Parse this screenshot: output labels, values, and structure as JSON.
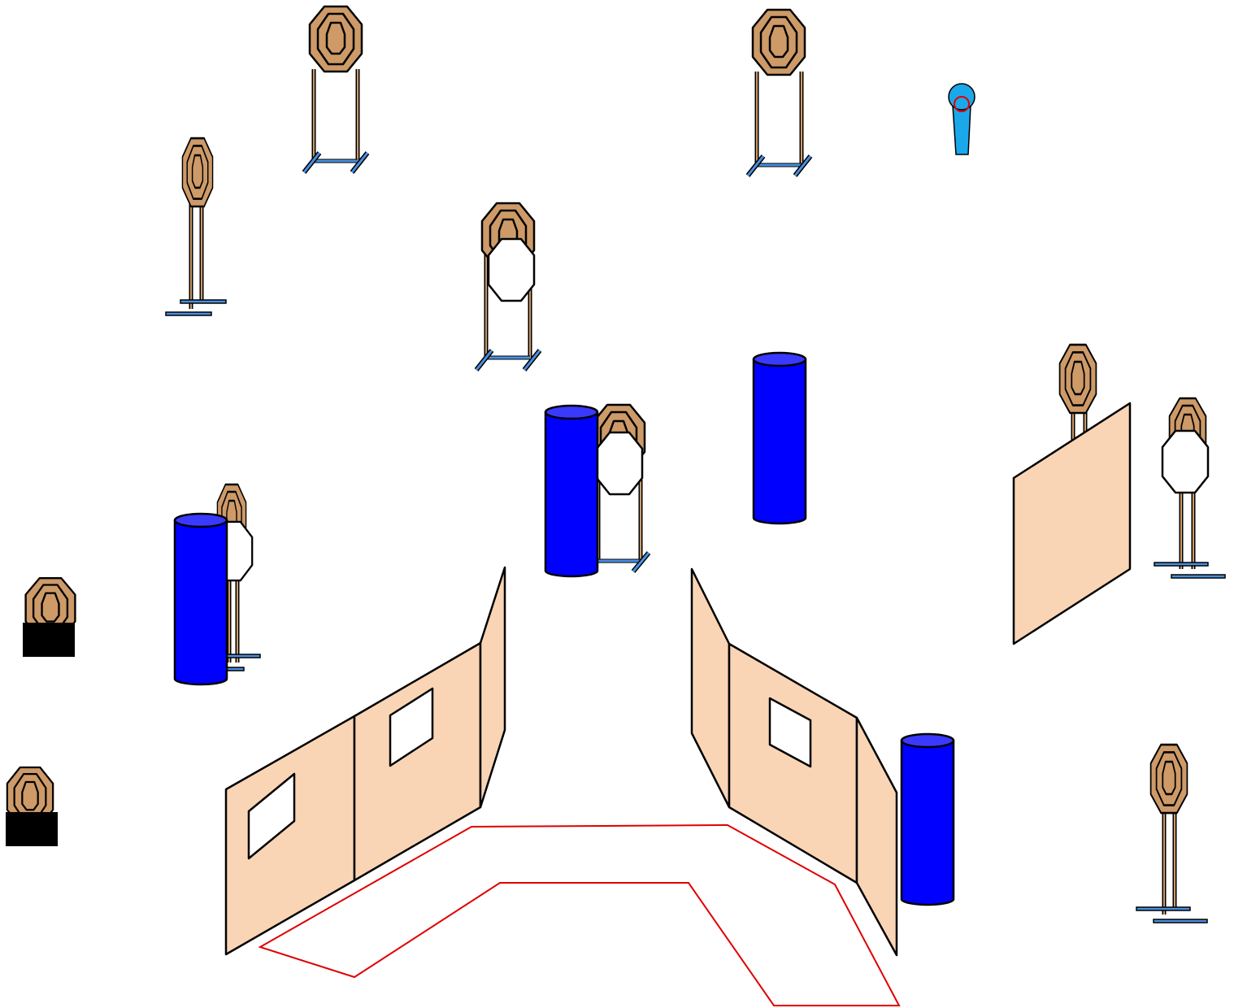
{
  "stage": {
    "colors": {
      "target": "#cd9a68",
      "no_shoot": "#ffffff",
      "barrel": "#0000ff",
      "barrel_top": "#3a3aff",
      "wall": "#f9d5b5",
      "stand_base": "#4a8fe0",
      "shooting_area": "#e00000",
      "marker": "#1aa8ea",
      "hard_cover": "#000000"
    },
    "elements": [
      {
        "kind": "target",
        "name": "target-on-stand"
      },
      {
        "kind": "target",
        "name": "target-on-stand"
      },
      {
        "kind": "target",
        "name": "target-on-stand"
      },
      {
        "kind": "target-no-shoot",
        "name": "target-with-no-shoot"
      },
      {
        "kind": "target",
        "name": "target-on-stand"
      },
      {
        "kind": "target-no-shoot",
        "name": "target-with-no-shoot"
      },
      {
        "kind": "target-no-shoot",
        "name": "target-with-no-shoot"
      },
      {
        "kind": "target-no-shoot",
        "name": "target-with-no-shoot"
      },
      {
        "kind": "target",
        "name": "target-on-stand"
      },
      {
        "kind": "target-hard-cover",
        "name": "target-with-hard-cover"
      },
      {
        "kind": "target-hard-cover",
        "name": "target-with-hard-cover"
      },
      {
        "kind": "barrel",
        "name": "barrel"
      },
      {
        "kind": "barrel",
        "name": "barrel"
      },
      {
        "kind": "barrel",
        "name": "barrel"
      },
      {
        "kind": "barrel",
        "name": "barrel"
      },
      {
        "kind": "wall",
        "name": "wall-panel"
      },
      {
        "kind": "wall-with-port",
        "name": "wall-with-port"
      },
      {
        "kind": "shooting-area",
        "name": "shooting-area-boundary"
      },
      {
        "kind": "start-marker",
        "name": "start-position-marker"
      }
    ]
  }
}
